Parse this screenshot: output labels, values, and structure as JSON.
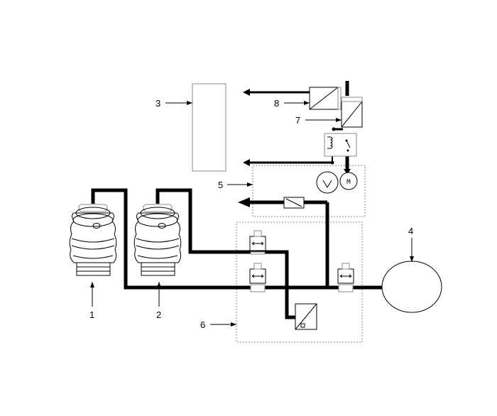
{
  "callouts": {
    "c1": "1",
    "c2": "2",
    "c3": "3",
    "c4": "4",
    "c5": "5",
    "c6": "6",
    "c7": "7",
    "c8": "8"
  },
  "motor_label": "M"
}
